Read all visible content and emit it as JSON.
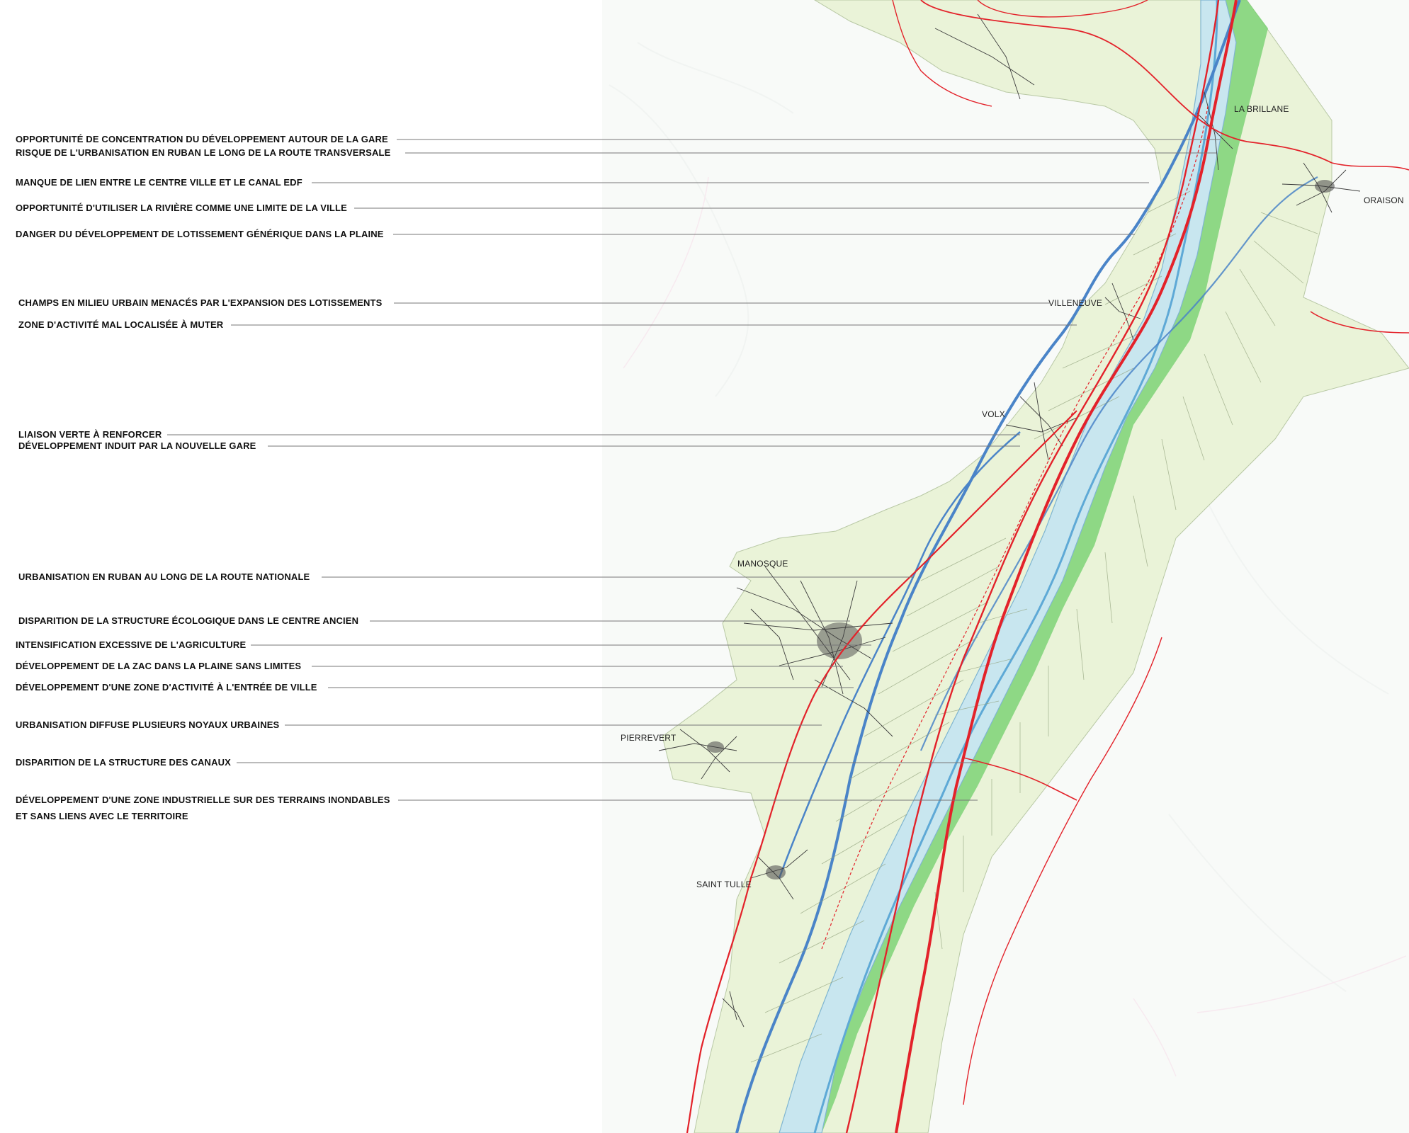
{
  "map": {
    "colors": {
      "plain": "#eaf3d8",
      "river": "#c9e6ee",
      "green_corridor": "#6fce6a",
      "road": "#e3222a",
      "canal": "#4a84c8",
      "urban": "#444444",
      "background_relief": "#f2f5f2"
    },
    "place_labels": [
      {
        "id": "la-brillane",
        "text": "LA BRILLANE"
      },
      {
        "id": "oraison",
        "text": "ORAISON"
      },
      {
        "id": "villeneuve",
        "text": "VILLENEUVE"
      },
      {
        "id": "volx",
        "text": "VOLX"
      },
      {
        "id": "manosque",
        "text": "MANOSQUE"
      },
      {
        "id": "pierrevert",
        "text": "PIERREVERT"
      },
      {
        "id": "saint-tulle",
        "text": "SAINT TULLE"
      }
    ]
  },
  "annotations": [
    {
      "id": "gare",
      "text": "OPPORTUNITÉ DE CONCENTRATION DU DÉVELOPPEMENT AUTOUR DE LA GARE"
    },
    {
      "id": "ruban-transversale",
      "text": "RISQUE DE L'URBANISATION EN RUBAN LE LONG DE LA ROUTE TRANSVERSALE"
    },
    {
      "id": "canal-edf",
      "text": "MANQUE DE LIEN ENTRE LE CENTRE VILLE ET LE CANAL EDF"
    },
    {
      "id": "riviere-limite",
      "text": "OPPORTUNITÉ D'UTILISER LA RIVIÈRE COMME UNE LIMITE DE LA VILLE"
    },
    {
      "id": "lotissement-plaine",
      "text": "DANGER DU DÉVELOPPEMENT DE LOTISSEMENT GÉNÉRIQUE DANS LA PLAINE"
    },
    {
      "id": "champs-urbains",
      "text": "CHAMPS EN MILIEU URBAIN MENACÉS PAR L'EXPANSION DES LOTISSEMENTS"
    },
    {
      "id": "zone-muter",
      "text": "ZONE D'ACTIVITÉ MAL LOCALISÉE À MUTER"
    },
    {
      "id": "liaison-verte",
      "text": "LIAISON VERTE À RENFORCER"
    },
    {
      "id": "nouvelle-gare",
      "text": "DÉVELOPPEMENT INDUIT PAR LA NOUVELLE GARE"
    },
    {
      "id": "route-nationale",
      "text": "URBANISATION EN RUBAN AU LONG DE LA ROUTE NATIONALE"
    },
    {
      "id": "centre-ancien",
      "text": "DISPARITION DE LA STRUCTURE ÉCOLOGIQUE DANS LE CENTRE ANCIEN"
    },
    {
      "id": "agriculture",
      "text": "INTENSIFICATION EXCESSIVE DE L'AGRICULTURE"
    },
    {
      "id": "zac",
      "text": "DÉVELOPPEMENT DE LA ZAC DANS LA PLAINE SANS LIMITES"
    },
    {
      "id": "entree-ville",
      "text": "DÉVELOPPEMENT D'UNE ZONE D'ACTIVITÉ À L'ENTRÉE DE VILLE"
    },
    {
      "id": "noyaux",
      "text": "URBANISATION DIFFUSE PLUSIEURS NOYAUX URBAINES"
    },
    {
      "id": "canaux",
      "text": "DISPARITION DE LA STRUCTURE DES CANAUX"
    },
    {
      "id": "zone-industrielle-1",
      "text": "DÉVELOPPEMENT D'UNE ZONE INDUSTRIELLE SUR DES TERRAINS INONDABLES"
    },
    {
      "id": "zone-industrielle-2",
      "text": "ET SANS LIENS AVEC LE TERRITOIRE"
    }
  ]
}
